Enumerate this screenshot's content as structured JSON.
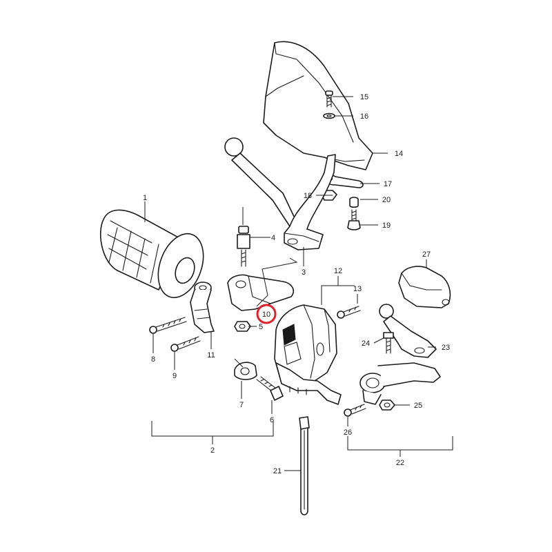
{
  "highlight": {
    "label": "10",
    "color": "#e0202a"
  },
  "callouts": [
    "1",
    "2",
    "3",
    "4",
    "5",
    "6",
    "7",
    "8",
    "9",
    "10",
    "11",
    "12",
    "13",
    "14",
    "15",
    "16",
    "17",
    "18",
    "19",
    "20",
    "21",
    "22",
    "23",
    "24",
    "25",
    "26",
    "27"
  ]
}
